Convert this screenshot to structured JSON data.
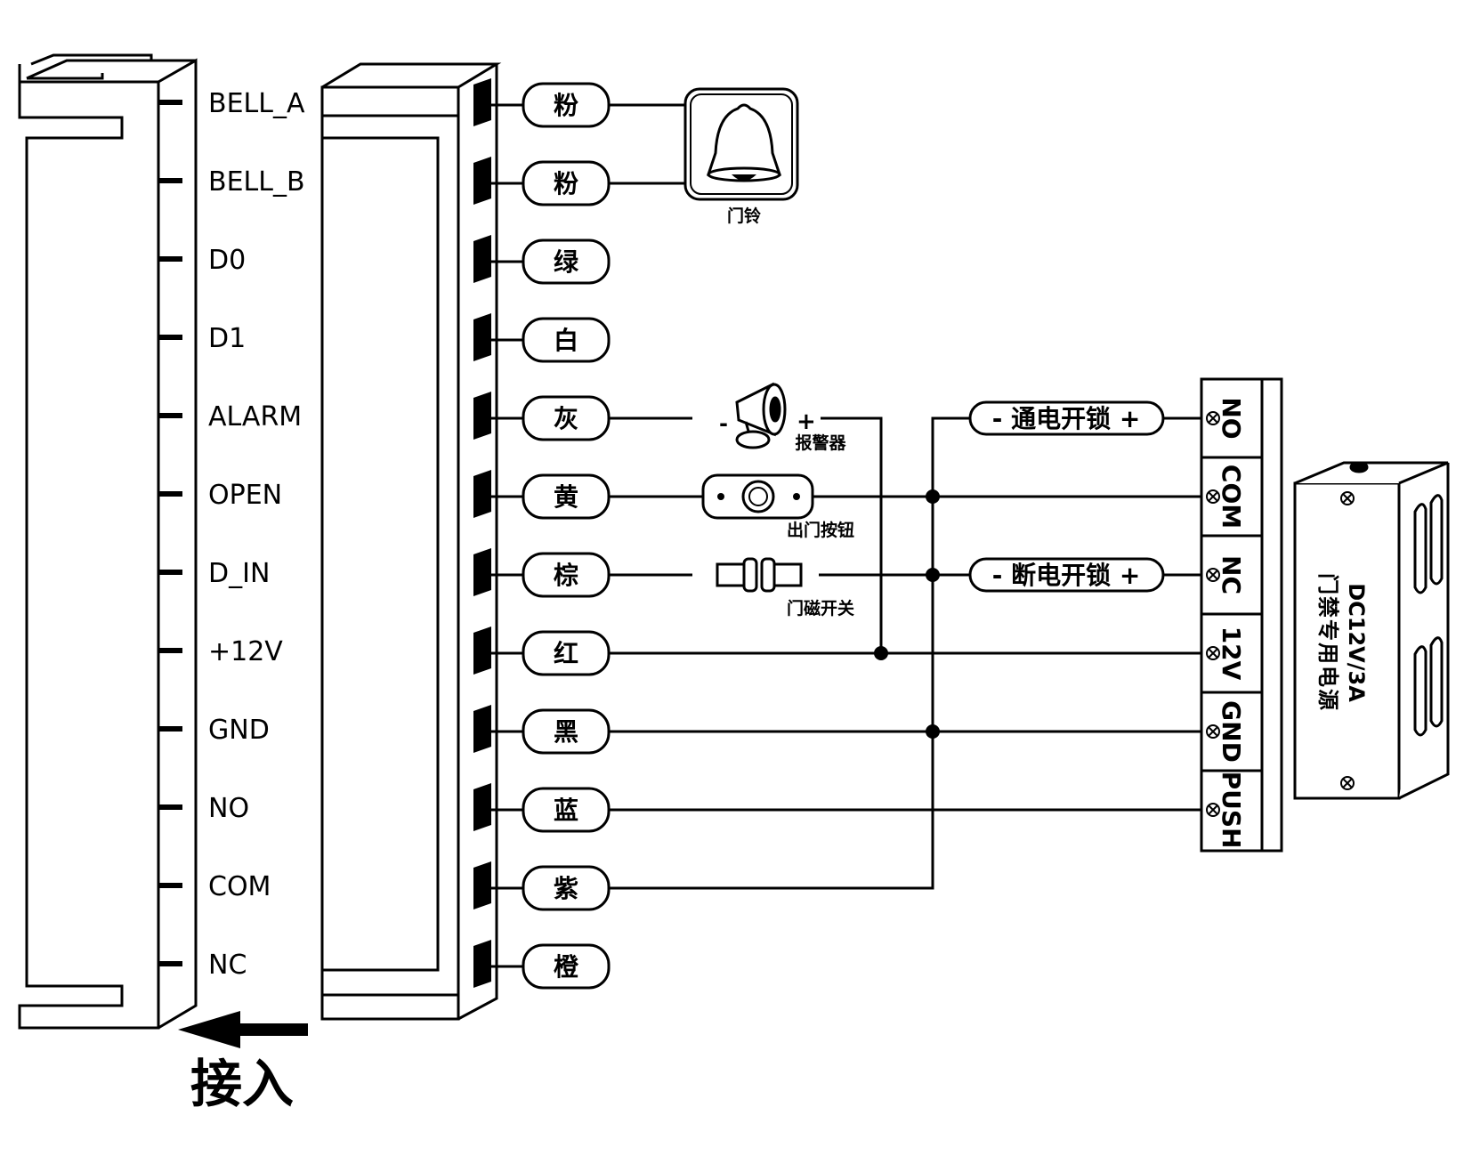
{
  "pins": [
    "BELL_A",
    "BELL_B",
    "D0",
    "D1",
    "ALARM",
    "OPEN",
    "D_IN",
    "+12V",
    "GND",
    "NO",
    "COM",
    "NC"
  ],
  "wires": [
    "粉",
    "粉",
    "绿",
    "白",
    "灰",
    "黄",
    "棕",
    "红",
    "黑",
    "蓝",
    "紫",
    "橙"
  ],
  "doorbell_label": "门铃",
  "alarm_label": "报警器",
  "alarm_minus": "-",
  "alarm_plus": "+",
  "exit_button_label": "出门按钮",
  "door_sensor_label": "门磁开关",
  "lock_fail_secure": "- 通电开锁 +",
  "lock_fail_safe": "- 断电开锁 +",
  "terminals": [
    "NO",
    "COM",
    "NC",
    "12V",
    "GND",
    "PUSH"
  ],
  "psu_rating": "DC12V/3A",
  "psu_name": "门禁专用电源",
  "arrow_label": "接入"
}
